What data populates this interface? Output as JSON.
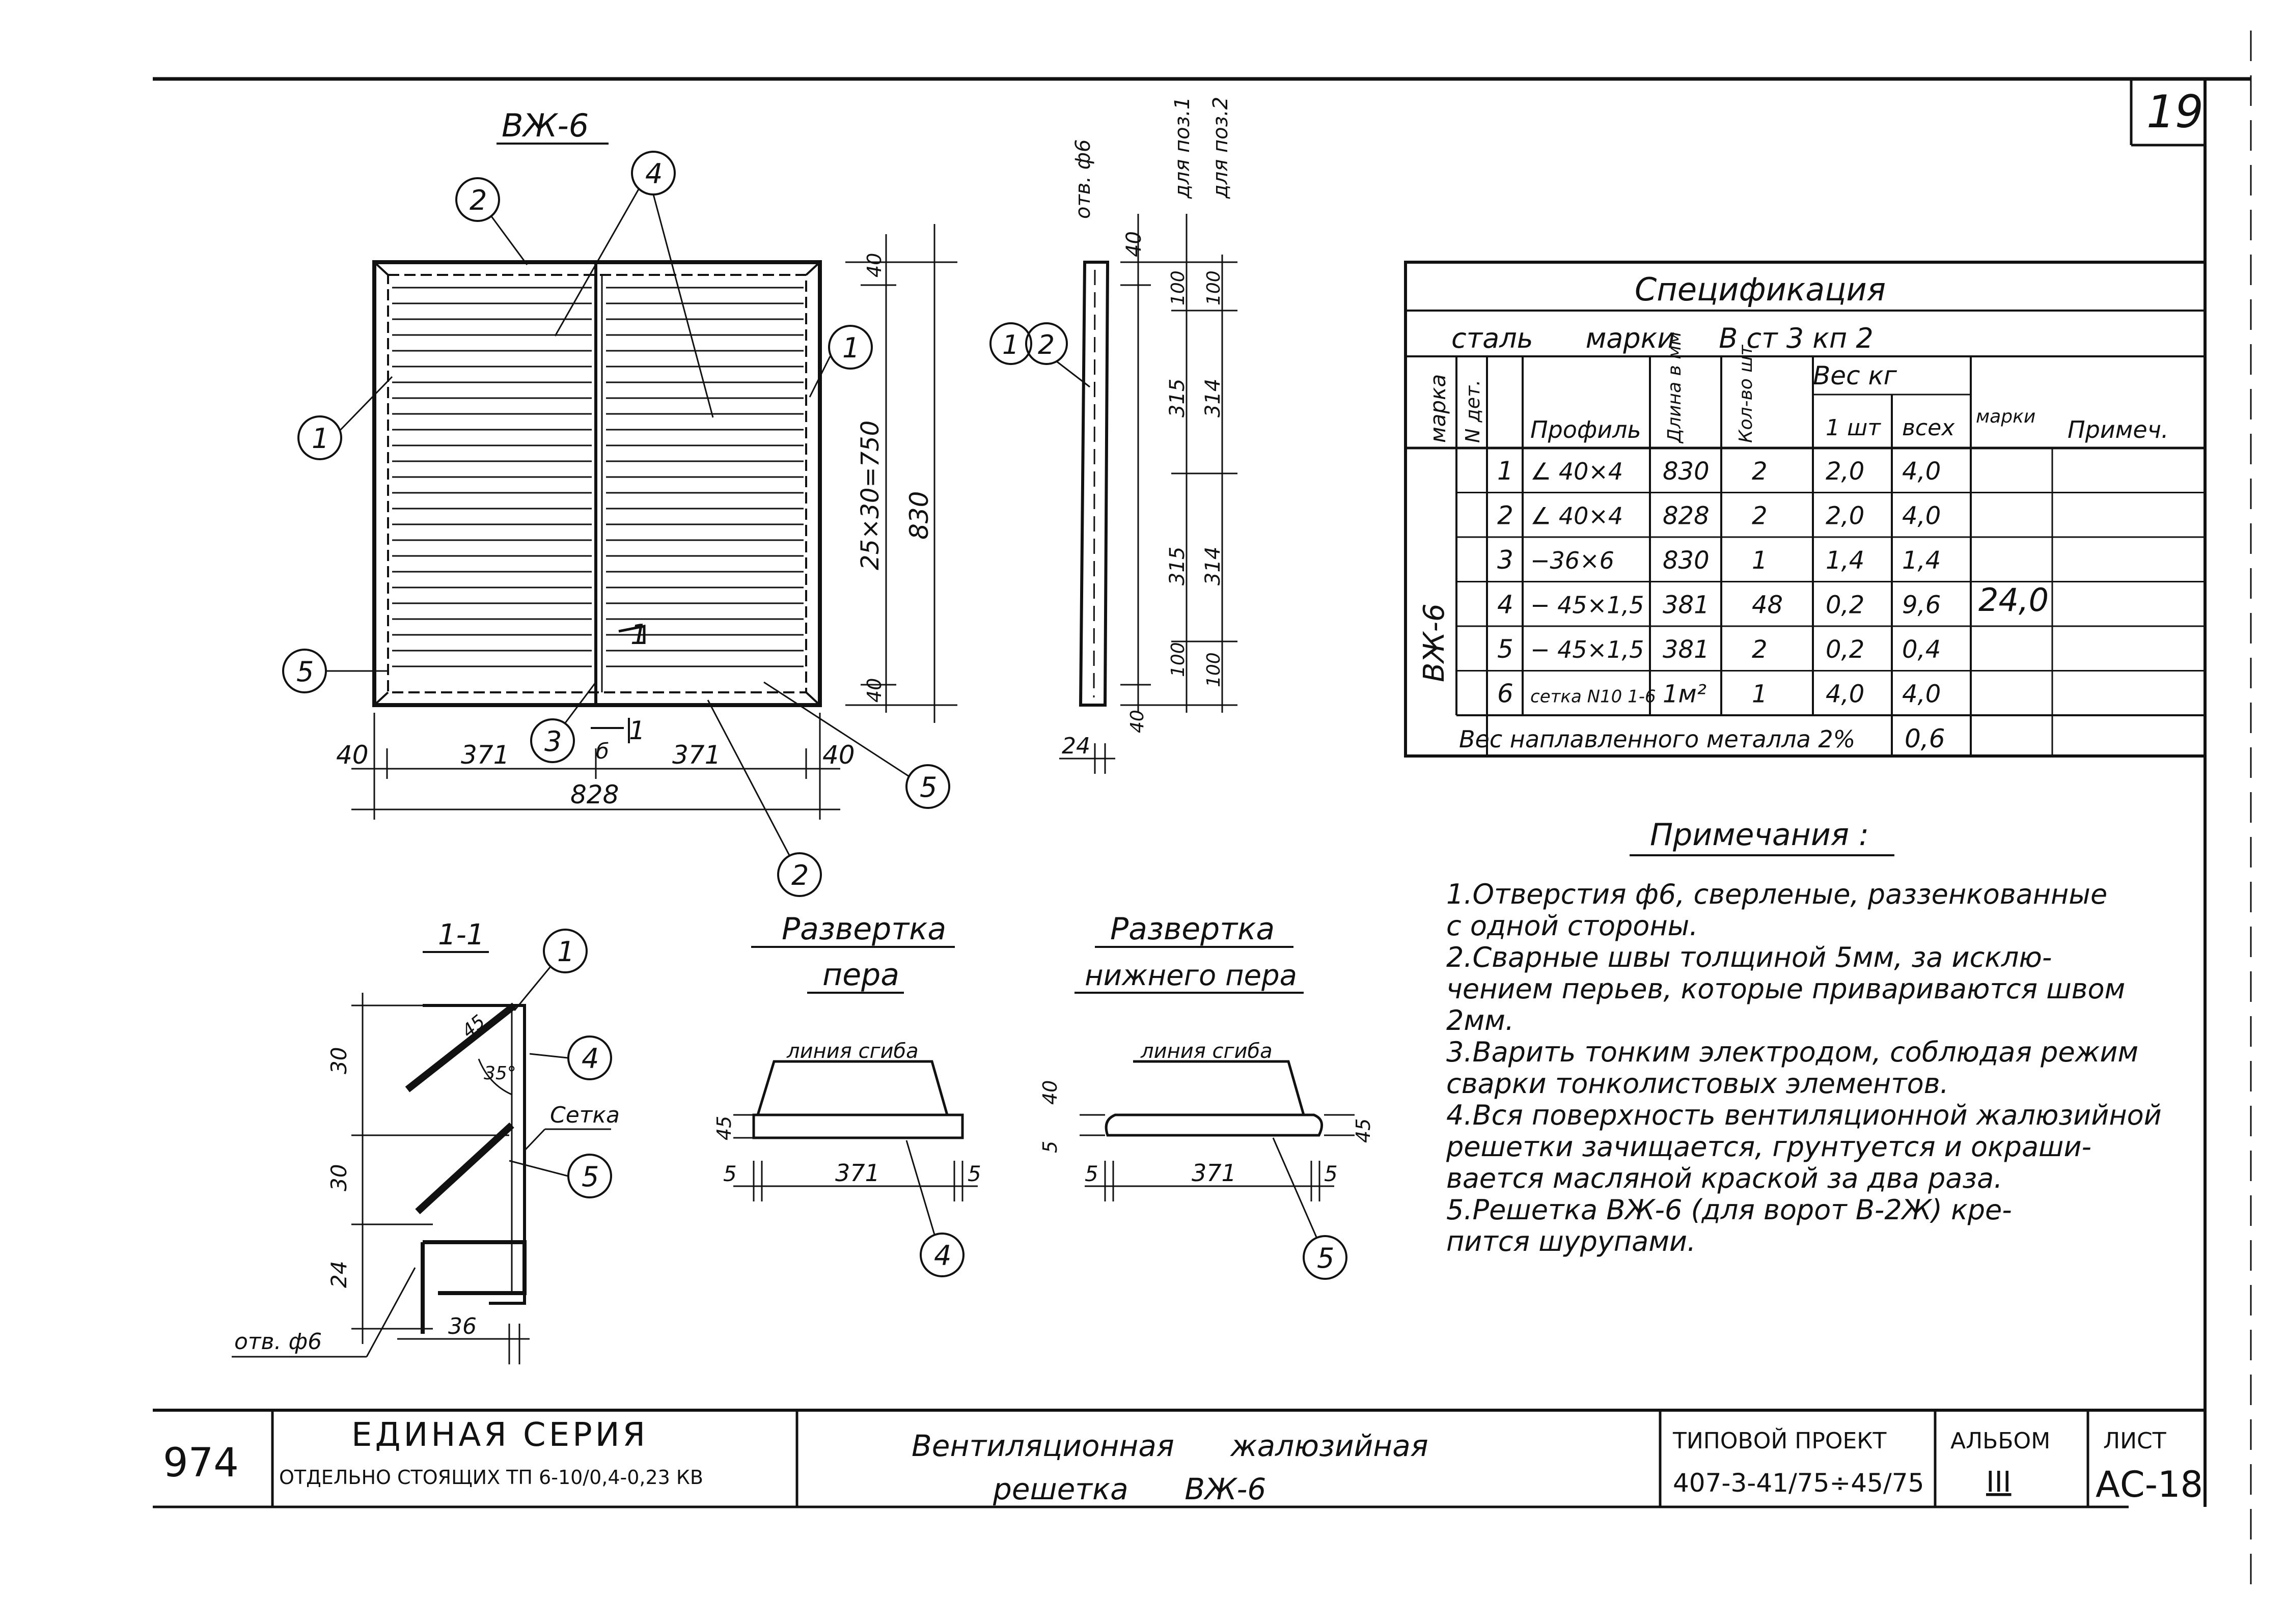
{
  "sheet": {
    "page_number": "19",
    "main_view_title": "ВЖ-6",
    "section_title": "1-1",
    "section_mark": "1",
    "dim_labels": {
      "left_margin": "40",
      "half_width_1": "371",
      "half_width_2": "371",
      "right_margin": "40",
      "center_mark": "б",
      "total_width": "828",
      "louver_pitch": "25×30=750",
      "height": "830",
      "top_40": "40",
      "bottom_40": "40",
      "side_hole": "отв. ф6",
      "side_top_40": "40",
      "side_100a": "100",
      "side_100b": "100",
      "side_315a": "315",
      "side_314a": "314",
      "side_315b": "315",
      "side_314b": "314",
      "side_100c": "100",
      "side_100d": "100",
      "side_40b": "40",
      "side_24": "24",
      "for_pos1": "для поз.1",
      "for_pos2": "для поз.2",
      "sec_30a": "30",
      "sec_30b": "30",
      "sec_24": "24",
      "sec_36": "36",
      "sec_45": "45",
      "sec_35": "35°",
      "sec_mesh": "Сетка",
      "sec_hole": "отв. ф6"
    },
    "callouts": [
      "1",
      "2",
      "3",
      "4",
      "5",
      "1",
      "2",
      "4",
      "5",
      "1",
      "4",
      "5"
    ]
  },
  "unfold_1": {
    "title_1": "Развертка",
    "title_2": "пера",
    "bend_line": "линия сгиба",
    "h": "45",
    "w": "371",
    "left": "5",
    "right": "5",
    "pos": "4"
  },
  "unfold_2": {
    "title_1": "Развертка",
    "title_2": "нижнего пера",
    "bend_line": "линия сгиба",
    "h1": "40",
    "h2": "5",
    "h3": "45",
    "w": "371",
    "left": "5",
    "right": "5",
    "pos": "5"
  },
  "spec": {
    "title": "Спецификация",
    "steel": "сталь      марки     В ст 3 кп 2",
    "headers": {
      "mark": "марка",
      "num": "N дет.",
      "profile": "Профиль",
      "length": "Длина в мм",
      "qty": "Кол-во шт",
      "weight": "Вес  кг",
      "w1": "1 шт",
      "wall": "всех",
      "wmark": "марки",
      "note": "Примеч."
    },
    "mark_value": "ВЖ-6",
    "total_mark_weight": "24,0",
    "rows": [
      {
        "n": "1",
        "profile": "∠ 40×4",
        "len": "830",
        "qty": "2",
        "w1": "2,0",
        "wall": "4,0"
      },
      {
        "n": "2",
        "profile": "∠ 40×4",
        "len": "828",
        "qty": "2",
        "w1": "2,0",
        "wall": "4,0"
      },
      {
        "n": "3",
        "profile": "−36×6",
        "len": "830",
        "qty": "1",
        "w1": "1,4",
        "wall": "1,4"
      },
      {
        "n": "4",
        "profile": "− 45×1,5",
        "len": "381",
        "qty": "48",
        "w1": "0,2",
        "wall": "9,6"
      },
      {
        "n": "5",
        "profile": "− 45×1,5",
        "len": "381",
        "qty": "2",
        "w1": "0,2",
        "wall": "0,4"
      },
      {
        "n": "6",
        "profile": "сетка N10 1-6",
        "len": "1м²",
        "qty": "1",
        "w1": "4,0",
        "wall": "4,0"
      }
    ],
    "weld_label": "Вес наплавленного металла 2%",
    "weld_value": "0,6"
  },
  "notes": {
    "title": "Примечания :",
    "lines": [
      "1.Отверстия ф6, сверленые, раззенкованные",
      "  с одной стороны.",
      "2.Сварные швы толщиной 5мм, за исклю-",
      "  чением перьев, которые привариваются швом",
      "  2мм.",
      "3.Варить тонким электродом, соблюдая режим",
      "  сварки тонколистовых элементов.",
      "4.Вся поверхность вентиляционной жалюзийной",
      "  решетки зачищается, грунтуется и окраши-",
      "  вается масляной краской за два раза.",
      "5.Решетка ВЖ-6 (для ворот В-2Ж) кре-",
      "  пится шурупами."
    ]
  },
  "title_block": {
    "code": "974",
    "series_1": "ЕДИНАЯ СЕРИЯ",
    "series_2": "ОТДЕЛЬНО СТОЯЩИХ ТП 6-10/0,4-0,23 КВ",
    "name_1": "Вентиляционная      жалюзийная",
    "name_2": "решетка      ВЖ-6",
    "project_label": "ТИПОВОЙ ПРОЕКТ",
    "project_value": "407-3-41/75÷45/75",
    "album_label": "АЛЬБОМ",
    "album_value": "III",
    "sheet_label": "ЛИСТ",
    "sheet_value": "АС-18"
  }
}
